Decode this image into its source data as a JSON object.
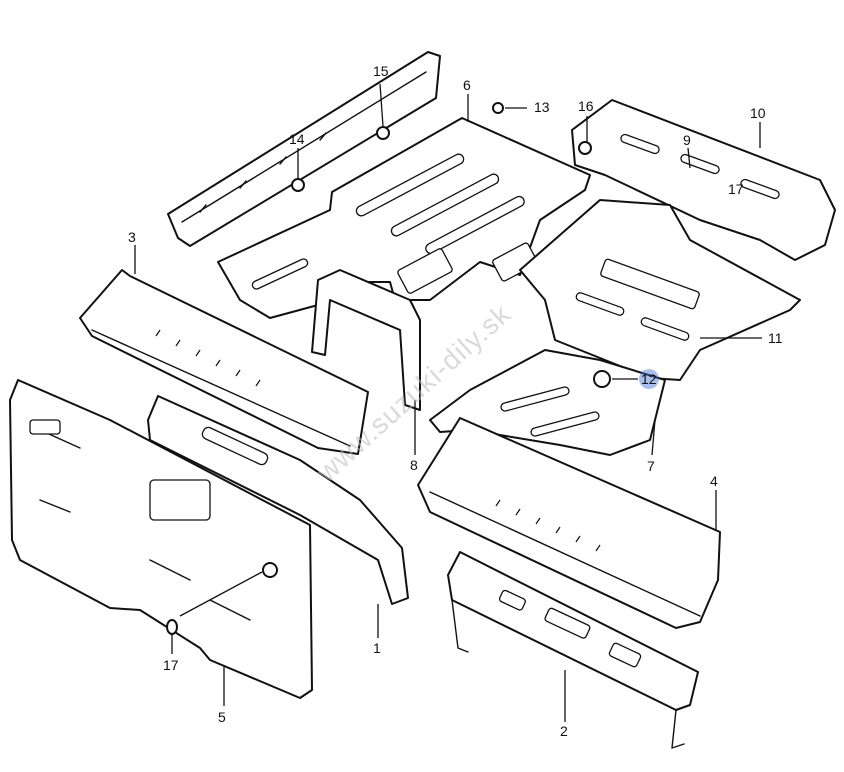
{
  "watermark": "www.suzuki-dily.sk",
  "highlight_color": "#3d6fd6",
  "line_color": "#111111",
  "callouts": {
    "c1": "1",
    "c2": "2",
    "c3": "3",
    "c4": "4",
    "c5": "5",
    "c6": "6",
    "c7": "7",
    "c8": "8",
    "c10": "10",
    "c11": "11",
    "c12": "12",
    "c13": "13",
    "c14": "14",
    "c15": "15",
    "c16": "16",
    "c9": "9",
    "c17a": "17",
    "c17b": "17"
  },
  "highlighted_callout": "12"
}
